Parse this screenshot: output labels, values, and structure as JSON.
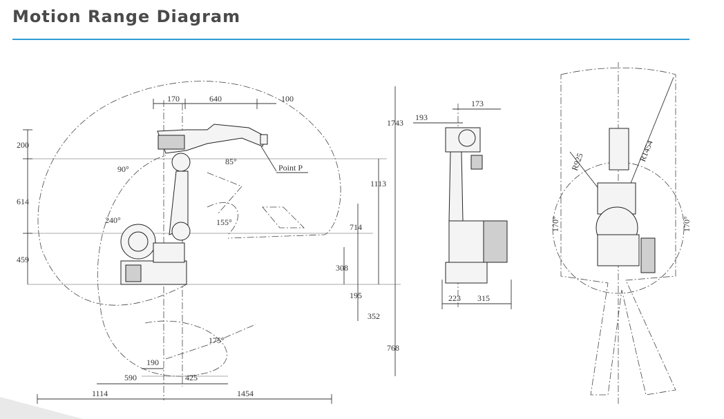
{
  "title": "Motion Range Diagram",
  "colors": {
    "accent": "#2e9bd6",
    "title": "#4a4a4a",
    "line": "#333333"
  },
  "side_view": {
    "dims_top": [
      "170",
      "640",
      "100"
    ],
    "dims_left": [
      "200",
      "614",
      "459"
    ],
    "dims_right": [
      "1743",
      "1113",
      "714",
      "308",
      "195",
      "352",
      "768"
    ],
    "dims_bottom": [
      "190",
      "590",
      "425",
      "1114",
      "1454"
    ],
    "angles": [
      "90°",
      "85°",
      "240°",
      "155°",
      "175°"
    ],
    "point_label": "Point P"
  },
  "front_view": {
    "dims": [
      "193",
      "173",
      "223",
      "315"
    ]
  },
  "top_view": {
    "radii": [
      "R925",
      "R1454"
    ],
    "angles": [
      "170°",
      "170°"
    ]
  }
}
